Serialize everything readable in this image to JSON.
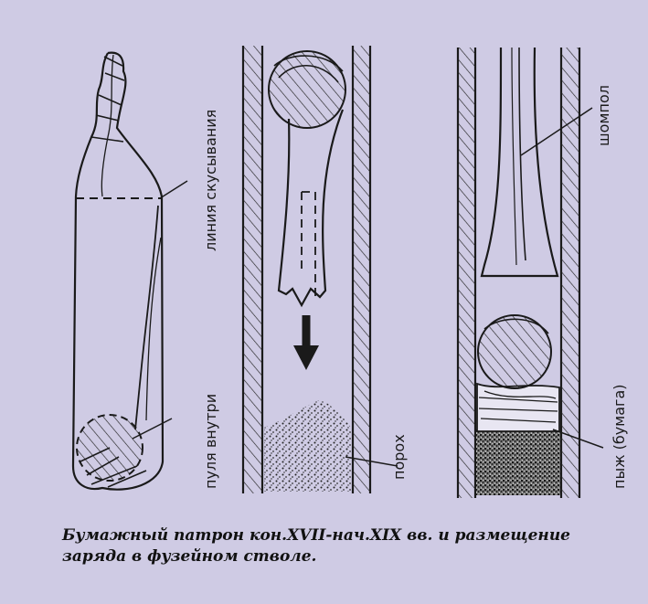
{
  "labels": {
    "bite_line": "линия скусывания",
    "bullet_inside": "пуля внутри",
    "powder": "порох",
    "ramrod": "шомпол",
    "wad": "пыж (бумага)"
  },
  "caption": {
    "line1": "Бумажный патрон кон.XVII-нач.XIX вв. и размещение",
    "line2": "заряда в фузейном стволе."
  },
  "colors": {
    "background": "#cfcbe4",
    "ink": "#1a1a1a"
  }
}
